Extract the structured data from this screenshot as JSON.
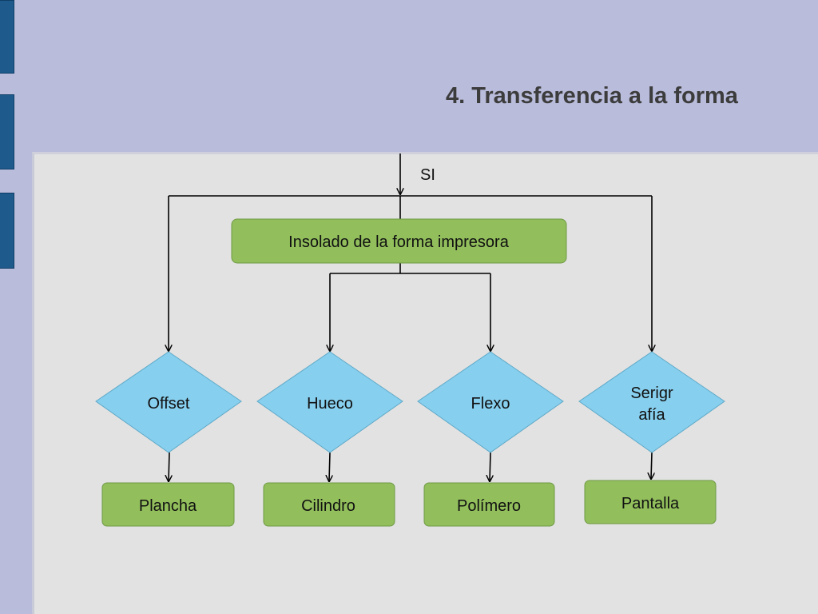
{
  "slide": {
    "title": "4. Transferencia a la forma"
  },
  "diagram": {
    "condition_label": "SI",
    "process_label": "Insolado de la forma impresora",
    "decisions": [
      {
        "label_lines": [
          "Offset"
        ],
        "result": "Plancha"
      },
      {
        "label_lines": [
          "Hueco"
        ],
        "result": "Cilindro"
      },
      {
        "label_lines": [
          "Flexo"
        ],
        "result": "Polímero"
      },
      {
        "label_lines": [
          "Serigr",
          "afía"
        ],
        "result": "Pantalla"
      }
    ],
    "colors": {
      "process_fill": "#92bf5c",
      "decision_fill": "#87cfee",
      "result_fill": "#92bf5c",
      "line": "#000000"
    }
  }
}
